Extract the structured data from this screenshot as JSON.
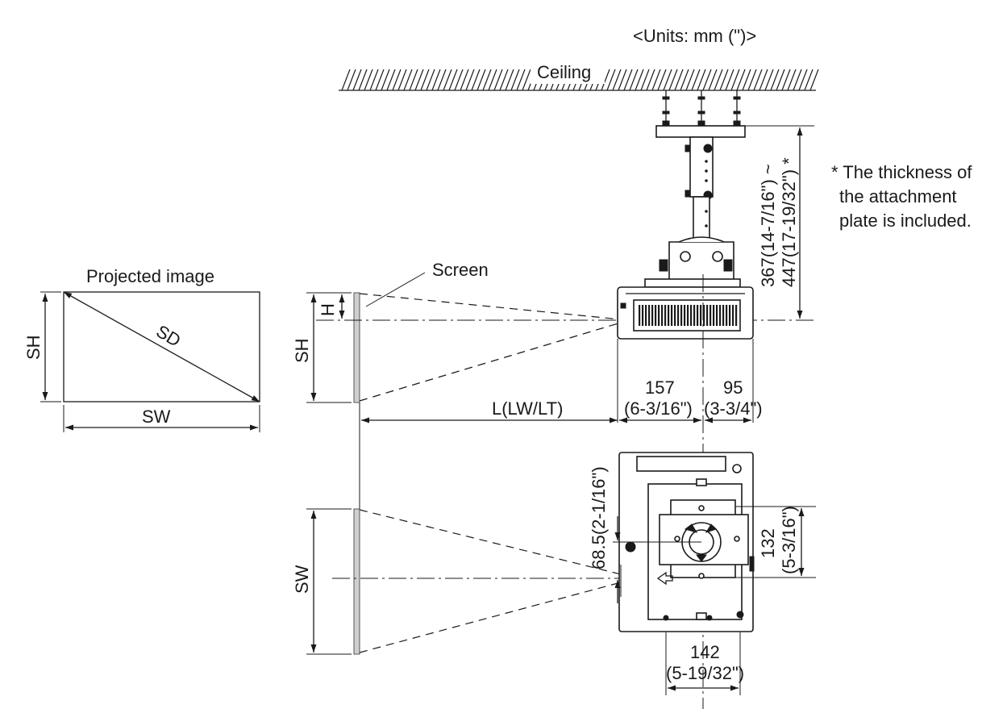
{
  "units_note": "<Units: mm (\")>",
  "ceiling_label": "Ceiling",
  "footnote": {
    "line1": "* The thickness of",
    "line2": "the attachment",
    "line3": "plate is included."
  },
  "projected_image": {
    "title": "Projected image",
    "diagonal": "SD",
    "height": "SH",
    "width": "SW"
  },
  "screen_label": "Screen",
  "side_view": {
    "offset_label": "H",
    "height_label": "SH",
    "distance_label": "L(LW/LT)"
  },
  "top_view": {
    "width_label": "SW"
  },
  "dimensions": {
    "drop_min": "367(14-7/16\") ~",
    "drop_max": "447(17-19/32\") *",
    "front_depth": "157",
    "front_depth_in": "(6-3/16\")",
    "rear_depth": "95",
    "rear_depth_in": "(3-3/4\")",
    "lens_offset": "68.5(2-1/16\")",
    "mount_depth": "132",
    "mount_depth_in": "(5-3/16\")",
    "mount_width": "142",
    "mount_width_in": "(5-19/32\")"
  }
}
